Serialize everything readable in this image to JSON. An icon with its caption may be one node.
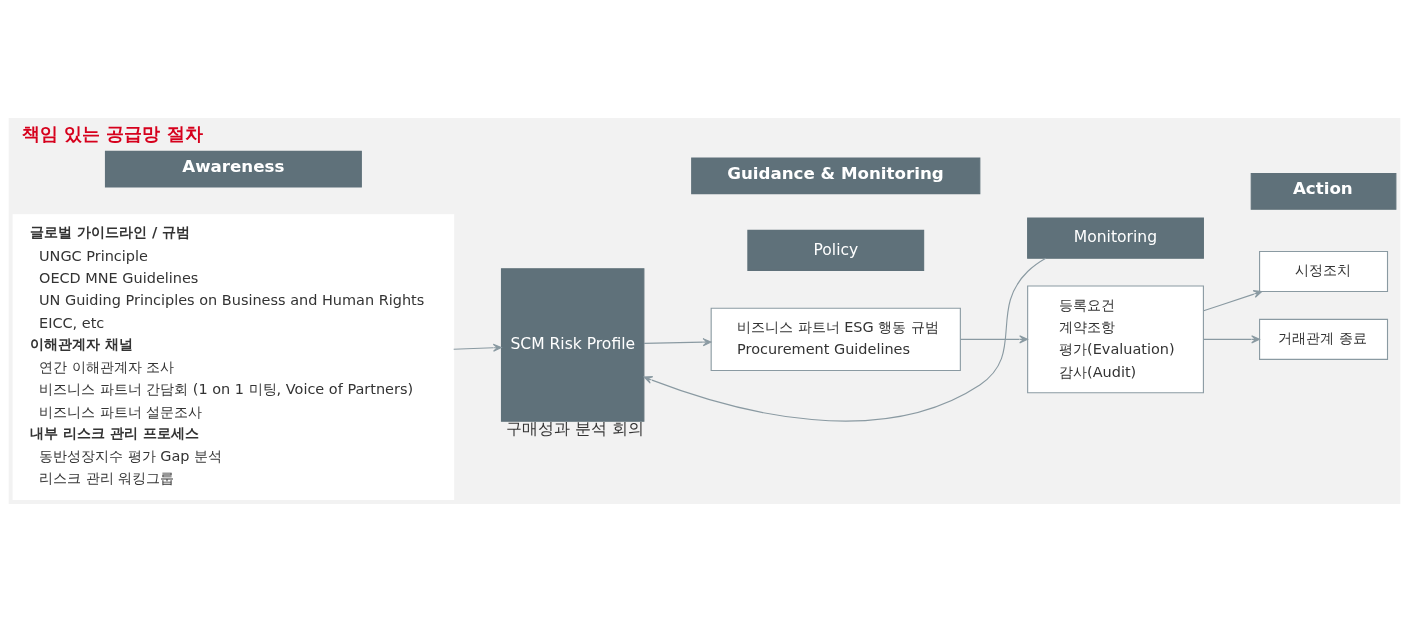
{
  "diagram": {
    "title": "책임 있는 공급망 절차",
    "nodes": [
      {
        "text": [
          "Awareness"
        ]
      },
      {
        "text": [
          "Guidance & Monitoring"
        ]
      },
      {
        "text": [
          "Action"
        ]
      },
      {
        "text": [
          "글로벌 가이드라인 / 규범",
          "UNGC Principle",
          "OECD MNE Guidelines",
          "UN Guiding Principles on Business and Human Rights",
          "EICC, etc",
          "이해관계자 채널",
          "연간 이해관계자 조사",
          "비즈니스 파트너 간담회 (1 on 1 미팅, Voice of Partners)",
          "비즈니스 파트너 설문조사",
          "내부 리스크 관리 프로세스",
          "동반성장지수 평가 Gap 분석",
          "리스크 관리 워킹그룹"
        ]
      },
      {
        "text": [
          "SCM Risk Profile"
        ],
        "beside": [
          "구매성과 분석 회의"
        ]
      },
      {
        "text": [
          "Policy"
        ]
      },
      {
        "text": [
          "비즈니스 파트너 ESG 행동 규범",
          "Procurement Guidelines"
        ]
      },
      {
        "text": [
          "Monitoring"
        ]
      },
      {
        "text": [
          "등록요건",
          "계약조항",
          "평가(Evaluation)",
          "감사(Audit)"
        ]
      },
      {
        "text": [
          "시정조치"
        ]
      },
      {
        "text": [
          "거래관계 종료"
        ]
      }
    ],
    "edges": [
      {
        "from": 3,
        "to": 4,
        "arrow": "to"
      },
      {
        "from": 4,
        "to": 6,
        "arrow": "to"
      },
      {
        "from": 6,
        "to": 8,
        "arrow": "to"
      },
      {
        "from": 7,
        "to": 4,
        "arrow": "to"
      },
      {
        "from": 8,
        "to": 9,
        "arrow": "to"
      },
      {
        "from": 8,
        "to": 10,
        "arrow": "to"
      }
    ]
  }
}
